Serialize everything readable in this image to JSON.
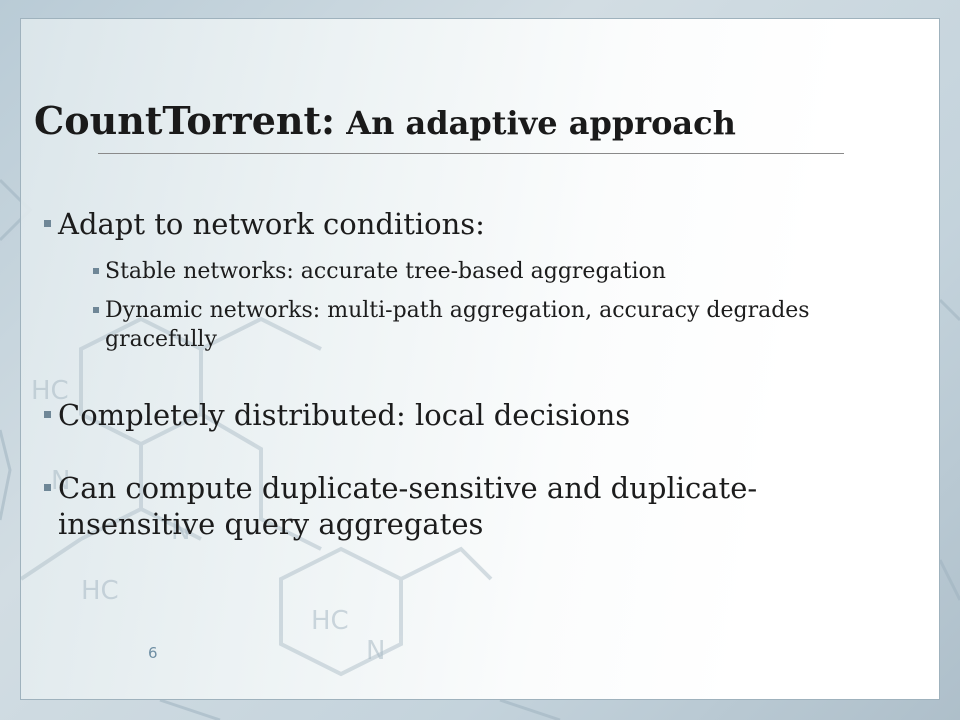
{
  "slide": {
    "title_main": "CountTorrent:",
    "title_sub": "An adaptive approach",
    "page_number": "6",
    "accent_color": "#6f8797",
    "bullets": [
      {
        "text": "Adapt to network conditions:",
        "sub": [
          "Stable networks: accurate tree-based aggregation",
          "Dynamic networks: multi-path aggregation, accuracy degrades gracefully"
        ]
      },
      {
        "text": "Completely distributed: local decisions"
      },
      {
        "text": "Can compute duplicate-sensitive and duplicate-insensitive query aggregates"
      }
    ]
  }
}
